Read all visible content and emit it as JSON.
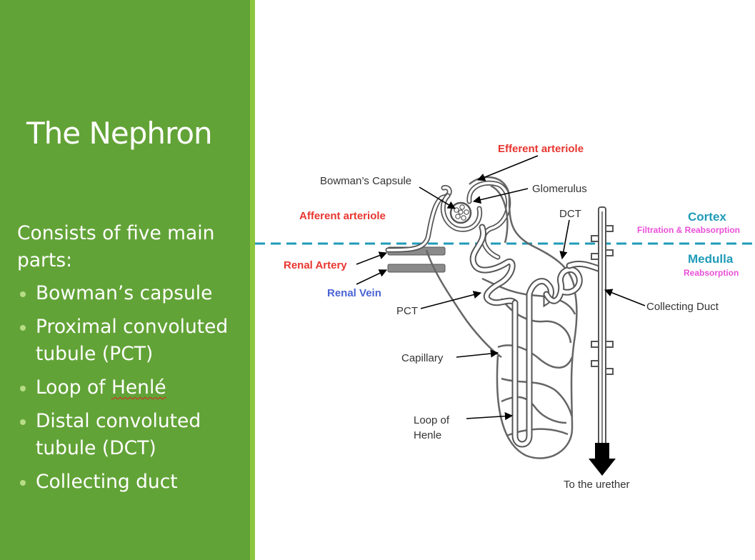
{
  "slide": {
    "title": "The Nephron",
    "intro": "Consists of five main parts:",
    "bullets": [
      {
        "text": "Bowman’s capsule"
      },
      {
        "text": "Proximal convoluted tubule (PCT)"
      },
      {
        "text_a": "Loop of ",
        "text_b": "Henlé"
      },
      {
        "text": "Distal convoluted tubule (DCT)"
      },
      {
        "text": "Collecting duct"
      }
    ]
  },
  "diagram": {
    "labels": {
      "efferent_arteriole": "Efferent arteriole",
      "bowmans_capsule": "Bowman’s Capsule",
      "glomerulus": "Glomerulus",
      "afferent_arteriole": "Afferent arteriole",
      "dct": "DCT",
      "cortex": "Cortex",
      "cortex_sub": "Filtration & Reabsorption",
      "medulla": "Medulla",
      "medulla_sub": "Reabsorption",
      "renal_artery": "Renal Artery",
      "renal_vein": "Renal Vein",
      "pct": "PCT",
      "collecting_duct": "Collecting Duct",
      "capillary": "Capillary",
      "loop_of_henle_1": "Loop of",
      "loop_of_henle_2": "Henle",
      "to_urether": "To the urether"
    },
    "colors": {
      "red_label": "#e8352f",
      "blue_label": "#4a63d6",
      "teal_label": "#1f9bb8",
      "pink_label": "#ea4fd8",
      "divider": "#1f9bb8",
      "structure": "#555555",
      "vessel": "#8a8a8a"
    }
  }
}
